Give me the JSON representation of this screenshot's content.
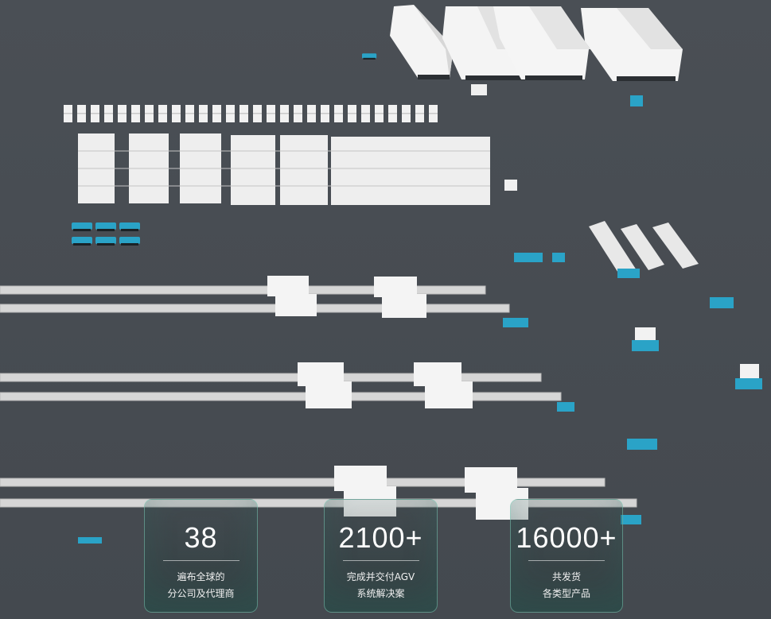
{
  "stats": [
    {
      "number": "38",
      "line1": "遍布全球的",
      "line2": "分公司及代理商"
    },
    {
      "number": "2100+",
      "line1": "完成并交付AGV",
      "line2": "系统解决案"
    },
    {
      "number": "16000+",
      "line1": "共发货",
      "line2": "各类型产品"
    }
  ],
  "colors": {
    "background": "#4b5056",
    "agv_accent": "#2aa3c7",
    "card_border": "#78c8b4"
  }
}
